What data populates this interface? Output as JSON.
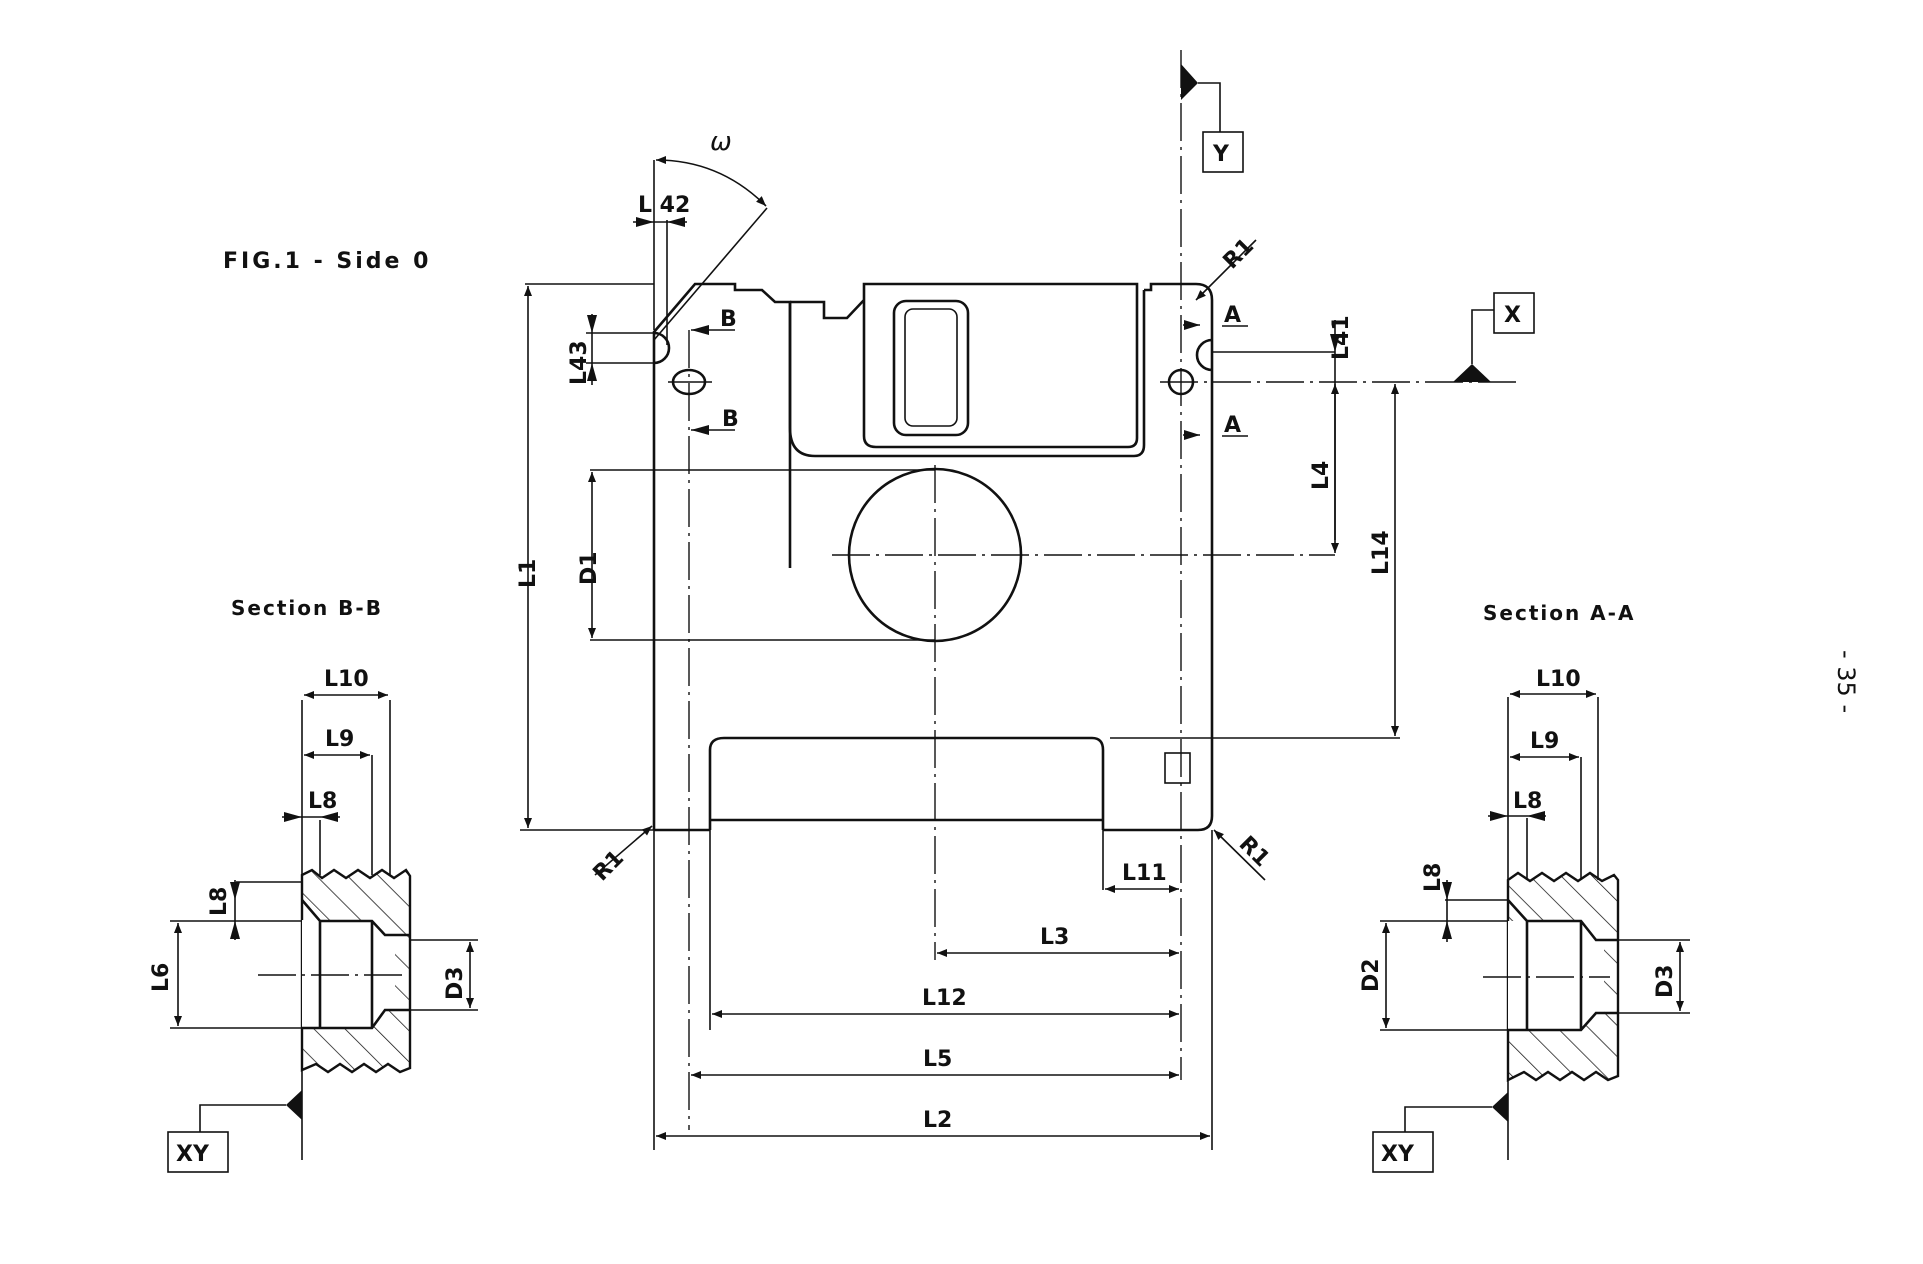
{
  "figure": {
    "title": "FIG.1 - Side 0",
    "page_number": "- 35 -",
    "section_b_title": "Section B-B",
    "section_a_title": "Section A-A"
  },
  "datums": {
    "x": "X",
    "y": "Y",
    "xy_left": "XY",
    "xy_right": "XY"
  },
  "main_view_dimensions": {
    "angle": "ω",
    "l42": "L 42",
    "l43": "L43",
    "l41": "L41",
    "l1": "L1",
    "d1": "D1",
    "l4": "L4",
    "l14": "L14",
    "l11": "L11",
    "l3": "L3",
    "l12": "L12",
    "l5": "L5",
    "l2": "L2",
    "r1_top": "R1",
    "r1_bottom_left": "R1",
    "r1_bottom_right": "R1"
  },
  "section_markers": {
    "b_top": "B",
    "b_bottom": "B",
    "a_top": "A",
    "a_bottom": "A"
  },
  "section_b_dimensions": {
    "l10": "L10",
    "l9": "L9",
    "l8_h": "L8",
    "l8_v": "L8",
    "l6": "L6",
    "d3": "D3"
  },
  "section_a_dimensions": {
    "l10": "L10",
    "l9": "L9",
    "l8_h": "L8",
    "l8_v": "L8",
    "d2": "D2",
    "d3": "D3"
  }
}
